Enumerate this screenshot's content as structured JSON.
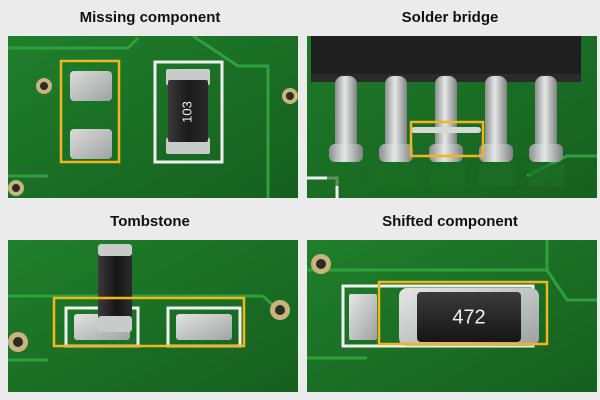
{
  "panels": [
    {
      "title": "Missing component"
    },
    {
      "title": "Solder bridge"
    },
    {
      "title": "Tombstone"
    },
    {
      "title": "Shifted component"
    }
  ],
  "markings": {
    "resistor_missing": "103",
    "resistor_shifted": "472"
  },
  "colors": {
    "pcb_green": "#1e7a2a",
    "trace_green": "#2f9a3a",
    "highlight": "#f2b51b",
    "silkscreen": "#f1f1f1",
    "pad_metal": "#bfc3c2"
  }
}
